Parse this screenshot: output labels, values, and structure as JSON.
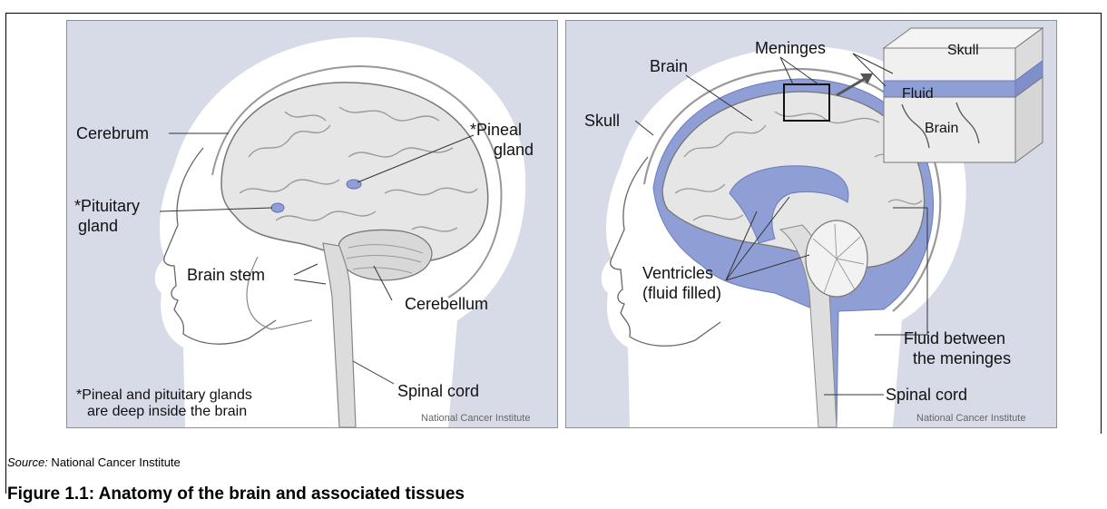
{
  "header_fragment": "",
  "left_panel": {
    "labels": {
      "cerebrum": "Cerebrum",
      "pineal_line1": "*Pineal",
      "pineal_line2": "gland",
      "pituitary_line1": "*Pituitary",
      "pituitary_line2": "gland",
      "brain_stem": "Brain stem",
      "cerebellum": "Cerebellum",
      "spinal_cord": "Spinal cord",
      "footnote_line1": "*Pineal and pituitary glands",
      "footnote_line2": "are deep inside the brain"
    },
    "credit": "National Cancer Institute"
  },
  "right_panel": {
    "labels": {
      "brain": "Brain",
      "meninges": "Meninges",
      "skull": "Skull",
      "inset_skull": "Skull",
      "inset_fluid": "Fluid",
      "inset_brain": "Brain",
      "ventricles_line1": "Ventricles",
      "ventricles_line2": "(fluid filled)",
      "fluid_line1": "Fluid between",
      "fluid_line2": "the meninges",
      "spinal_cord": "Spinal cord"
    },
    "credit": "National Cancer Institute"
  },
  "source": {
    "label": "Source:",
    "text": " National Cancer Institute"
  },
  "caption": "Figure 1.1: Anatomy of the brain and associated tissues",
  "colors": {
    "panel_bg": "#d7dbe8",
    "fluid_blue": "#8f9fd6",
    "brain_gray": "#e6e6e6",
    "skull_white": "#ffffff"
  }
}
